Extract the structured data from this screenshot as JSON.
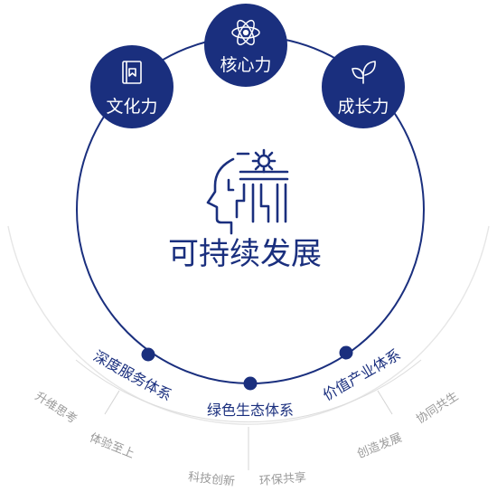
{
  "center_title": "可持续发展",
  "top_nodes": [
    {
      "label": "文化力",
      "icon": "book-icon"
    },
    {
      "label": "核心力",
      "icon": "atom-icon"
    },
    {
      "label": "成长力",
      "icon": "leaf-icon"
    }
  ],
  "systems": [
    "深度服务体系",
    "绿色生态体系",
    "价值产业体系"
  ],
  "sub_labels": [
    "升维思考",
    "体验至上",
    "科技创新",
    "环保共享",
    "创造发展",
    "协同共生"
  ],
  "colors": {
    "primary": "#1a2f7e",
    "outer_arc": "#e6e6e6",
    "sub_text": "#9a9a9a",
    "divider": "#d4d4d4"
  }
}
